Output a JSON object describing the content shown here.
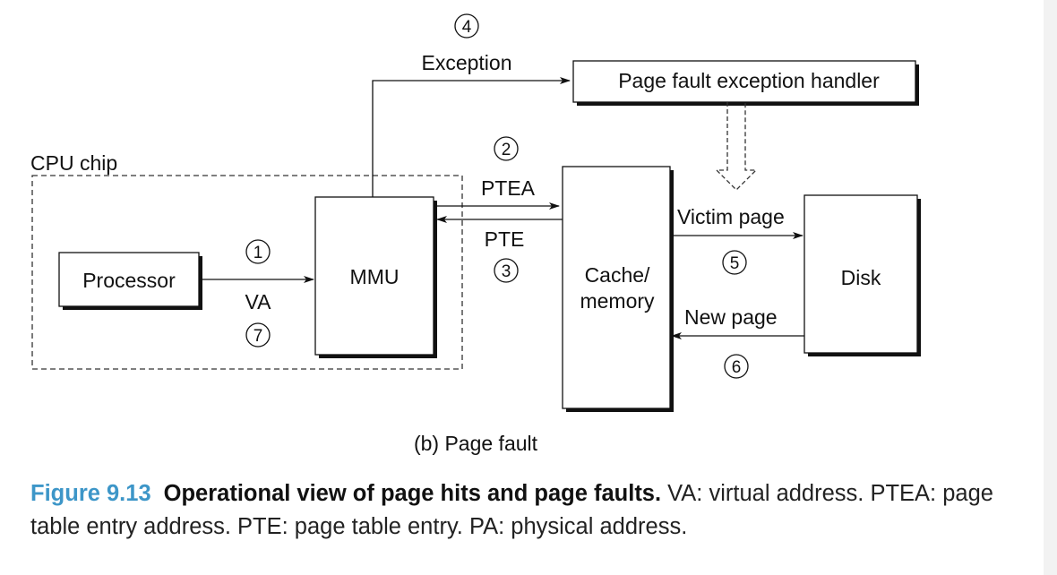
{
  "diagram": {
    "cpu_chip_label": "CPU chip",
    "processor_label": "Processor",
    "mmu_label": "MMU",
    "cache_label_line1": "Cache/",
    "cache_label_line2": "memory",
    "disk_label": "Disk",
    "handler_label": "Page fault exception handler",
    "exception_label": "Exception",
    "ptea_label": "PTEA",
    "pte_label": "PTE",
    "va_label": "VA",
    "victim_label": "Victim page",
    "new_page_label": "New page",
    "subtitle": "(b) Page fault",
    "steps": {
      "s1": "1",
      "s2": "2",
      "s3": "3",
      "s4": "4",
      "s5": "5",
      "s6": "6",
      "s7": "7"
    }
  },
  "caption": {
    "figure_number": "Figure 9.13",
    "title": "Operational view of page hits and page faults.",
    "body": "VA: virtual address. PTEA: page table entry address. PTE: page table entry. PA: physical address."
  }
}
